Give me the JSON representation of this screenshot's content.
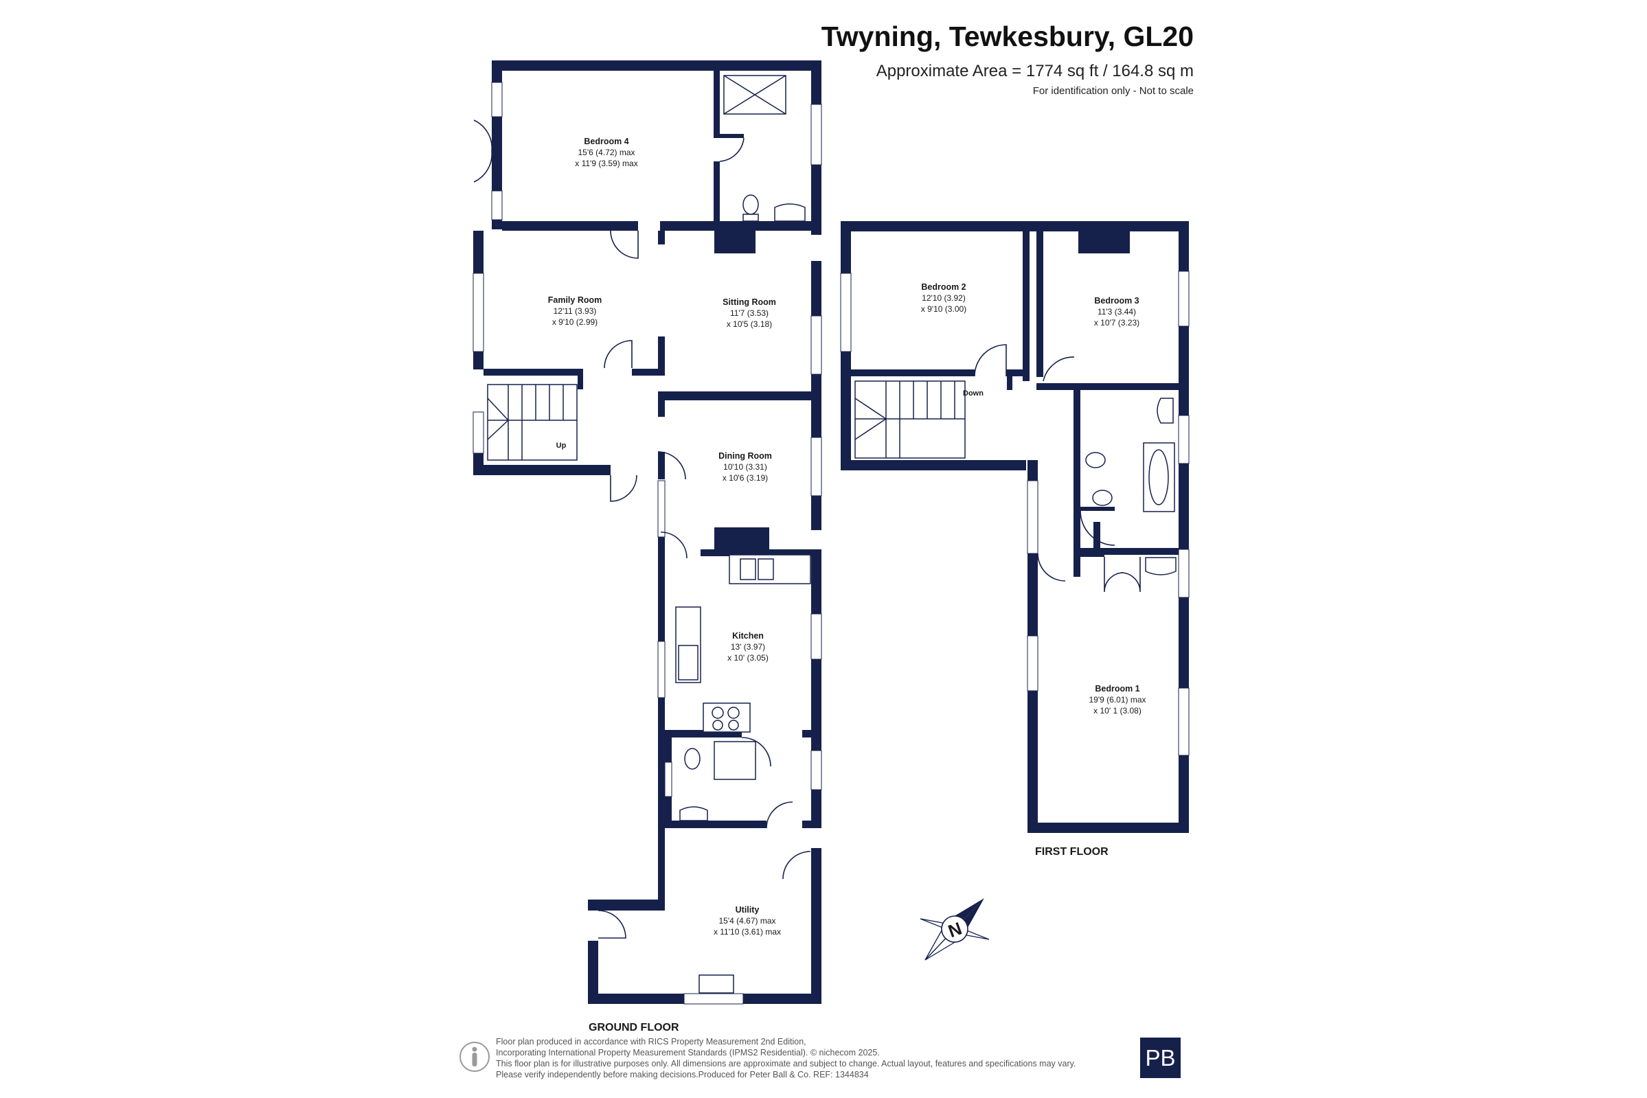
{
  "header": {
    "title": "Twyning, Tewkesbury, GL20",
    "area": "Approximate Area = 1774 sq ft / 164.8 sq m",
    "disclaimer": "For identification only - Not to scale"
  },
  "rooms": {
    "bedroom4": {
      "name": "Bedroom 4",
      "dim1": "15'6 (4.72) max",
      "dim2": "x 11'9 (3.59) max"
    },
    "family_room": {
      "name": "Family Room",
      "dim1": "12'11 (3.93)",
      "dim2": "x 9'10 (2.99)"
    },
    "sitting_room": {
      "name": "Sitting Room",
      "dim1": "11'7 (3.53)",
      "dim2": "x 10'5 (3.18)"
    },
    "dining_room": {
      "name": "Dining Room",
      "dim1": "10'10 (3.31)",
      "dim2": "x 10'6 (3.19)"
    },
    "kitchen": {
      "name": "Kitchen",
      "dim1": "13' (3.97)",
      "dim2": "x 10' (3.05)"
    },
    "utility": {
      "name": "Utility",
      "dim1": "15'4 (4.67) max",
      "dim2": "x 11'10 (3.61) max"
    },
    "bedroom2": {
      "name": "Bedroom 2",
      "dim1": "12'10 (3.92)",
      "dim2": "x 9'10 (3.00)"
    },
    "bedroom3": {
      "name": "Bedroom 3",
      "dim1": "11'3 (3.44)",
      "dim2": "x 10'7 (3.23)"
    },
    "bedroom1": {
      "name": "Bedroom 1",
      "dim1": "19'9 (6.01) max",
      "dim2": "x 10' 1 (3.08)"
    }
  },
  "stairs": {
    "up_label": "Up",
    "down_label": "Down"
  },
  "floors": {
    "ground": "GROUND FLOOR",
    "first": "FIRST FLOOR"
  },
  "compass": {
    "letter": "N"
  },
  "footer": {
    "line1": "Floor plan produced in accordance with RICS Property Measurement 2nd Edition,",
    "line2": "Incorporating International Property Measurement Standards (IPMS2 Residential).  © nichecom 2025.",
    "line3": "This floor plan is for illustrative purposes only. All dimensions are approximate and subject to change. Actual layout, features and specifications may vary.",
    "line4": "Please verify independently before making decisions.Produced for Peter Ball & Co.   REF:  1344834"
  },
  "brand": {
    "badge": "PB"
  },
  "colors": {
    "wall": "#16214b",
    "badge": "#16214b",
    "text": "#1a1a1a"
  }
}
